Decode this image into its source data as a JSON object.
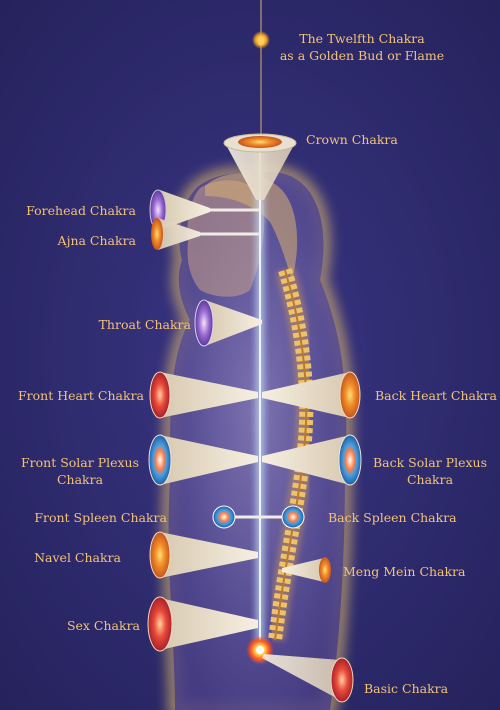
{
  "colors": {
    "background": "#2e2a6e",
    "label": "#f3c277",
    "glow": "#ffd46a",
    "channel": "#9fd0ff"
  },
  "labels": {
    "twelfth_line1": "The Twelfth Chakra",
    "twelfth_line2": "as a Golden Bud or Flame",
    "crown": "Crown Chakra",
    "forehead": "Forehead Chakra",
    "ajna": "Ajna Chakra",
    "throat": "Throat Chakra",
    "front_heart": "Front Heart Chakra",
    "back_heart": "Back Heart Chakra",
    "front_solar_line1": "Front Solar Plexus",
    "front_solar_line2": "Chakra",
    "back_solar_line1": "Back Solar Plexus",
    "back_solar_line2": "Chakra",
    "front_spleen": "Front Spleen Chakra",
    "back_spleen": "Back Spleen Chakra",
    "navel": "Navel Chakra",
    "meng_mein": "Meng Mein Chakra",
    "sex": "Sex Chakra",
    "basic": "Basic Chakra"
  }
}
